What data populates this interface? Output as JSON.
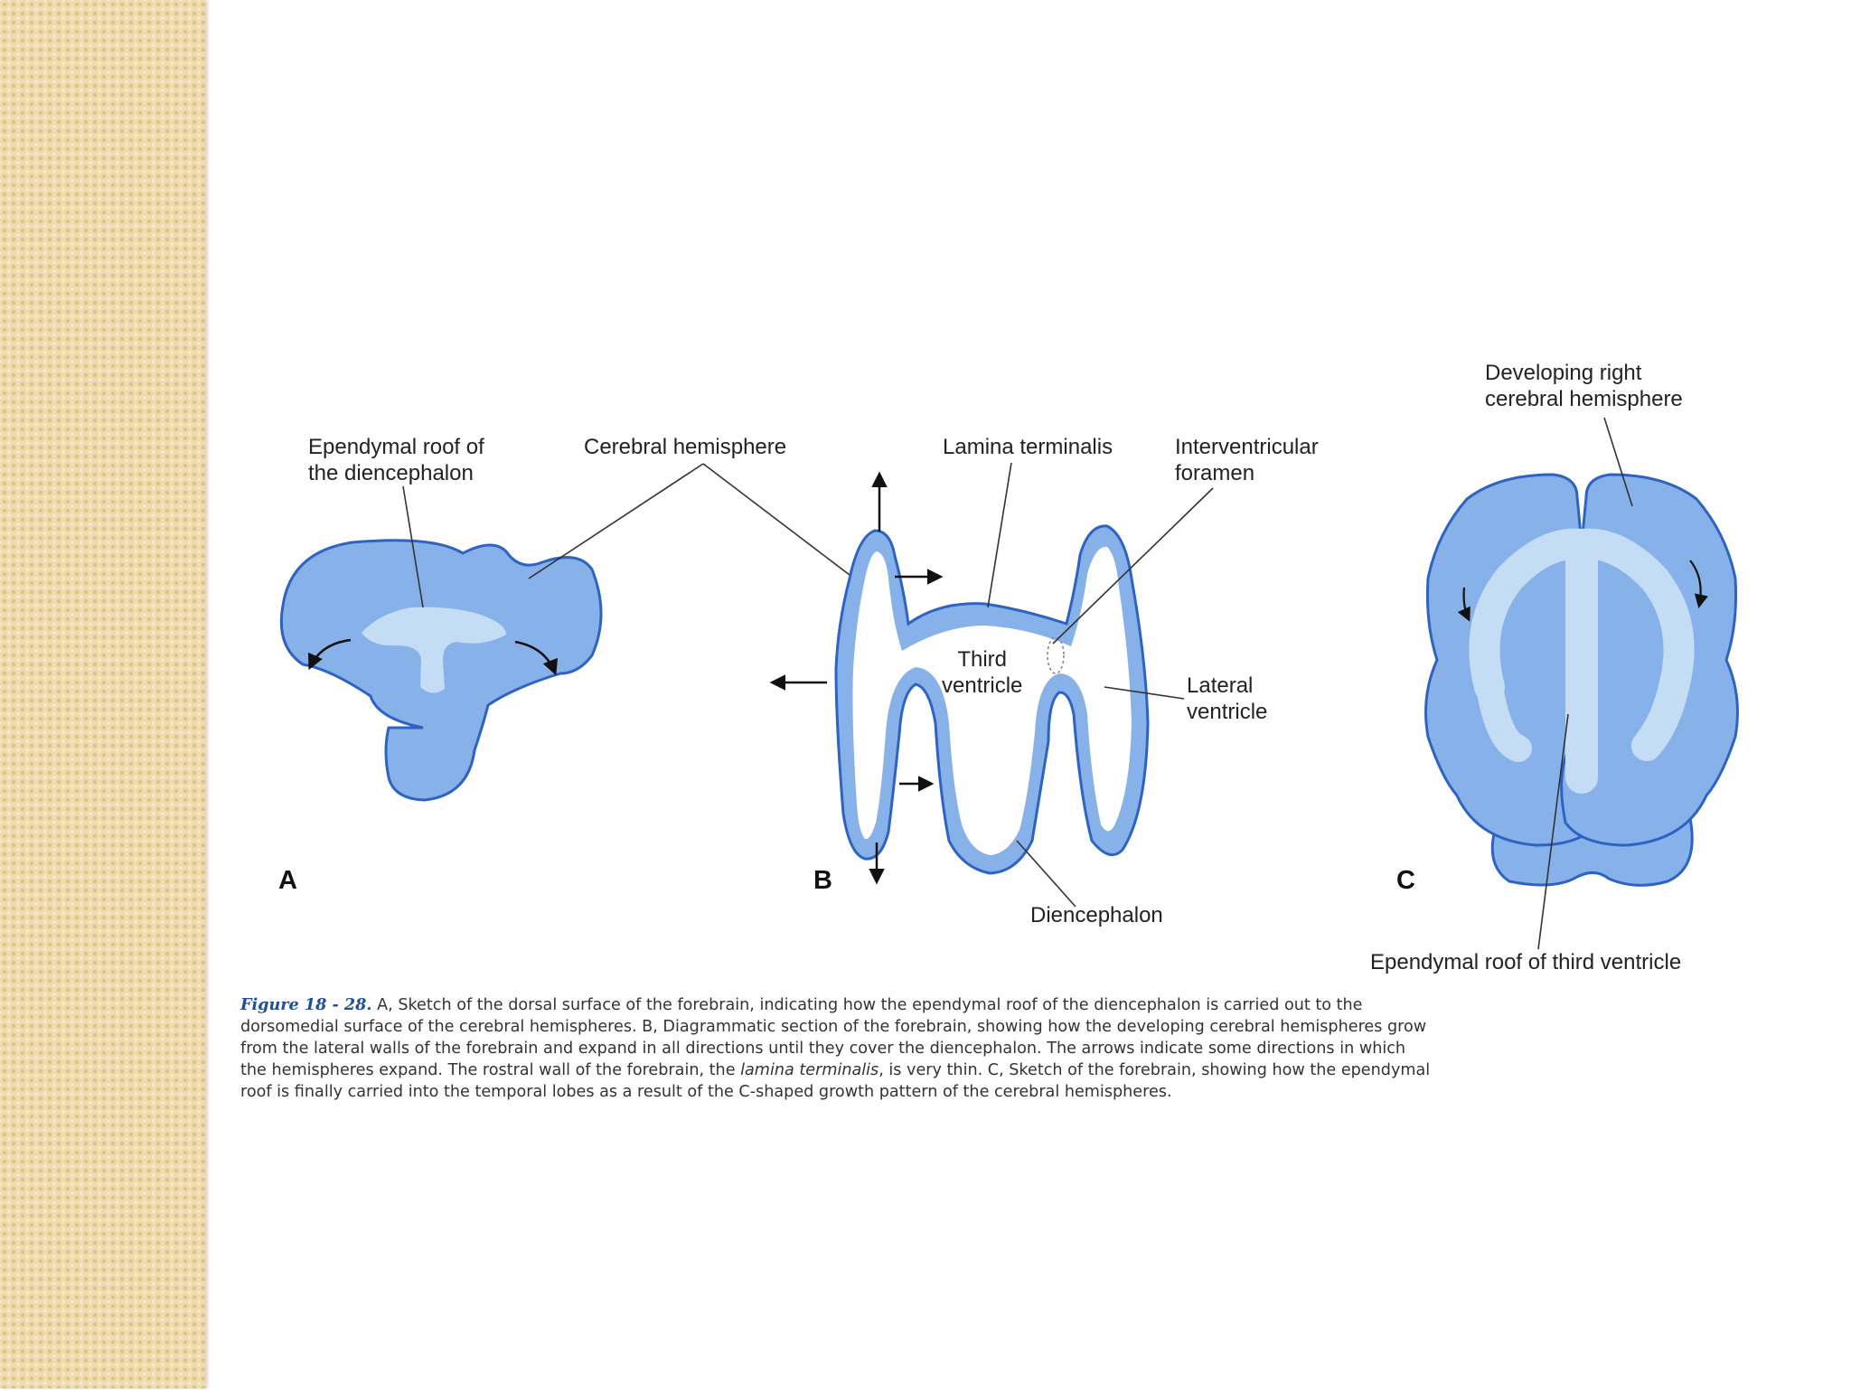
{
  "colors": {
    "structure_fill": "#86b2e9",
    "structure_stroke": "#2d63c4",
    "light_fill": "#c5dcf5",
    "strip_base": "#efdcae",
    "caption_highlight": "#1e4d9a"
  },
  "panels": {
    "a": {
      "letter": "A",
      "labels": {
        "ependymal_roof": [
          "Ependymal roof of",
          "the diencephalon"
        ],
        "cerebral_hemisphere": "Cerebral hemisphere"
      }
    },
    "b": {
      "letter": "B",
      "labels": {
        "lamina_terminalis": "Lamina terminalis",
        "interventricular_foramen": [
          "Interventricular",
          "foramen"
        ],
        "third_ventricle": [
          "Third",
          "ventricle"
        ],
        "lateral_ventricle": [
          "Lateral",
          "ventricle"
        ],
        "diencephalon": "Diencephalon"
      }
    },
    "c": {
      "letter": "C",
      "labels": {
        "developing_right_hemisphere": [
          "Developing right",
          "cerebral hemisphere"
        ],
        "ependymal_roof_third_ventricle": "Ependymal roof of third ventricle"
      }
    }
  },
  "caption": {
    "figure_number": "Figure 18 - 28.",
    "lines": [
      " A, Sketch of the dorsal surface of the forebrain, indicating how the ependymal roof of the diencephalon is carried out to the",
      "dorsomedial surface of the cerebral hemispheres. B, Diagrammatic section of the forebrain, showing how the developing cerebral hemispheres grow",
      "from the lateral walls of the forebrain and expand in all directions until they cover the diencephalon. The arrows indicate some directions in which",
      "the hemispheres expand. The rostral wall of the forebrain, the ",
      "lamina terminalis",
      ", is very thin. C, Sketch of the forebrain, showing how the ependymal",
      "roof is finally carried into the temporal lobes as a result of the C-shaped growth pattern of the cerebral hemispheres."
    ]
  }
}
